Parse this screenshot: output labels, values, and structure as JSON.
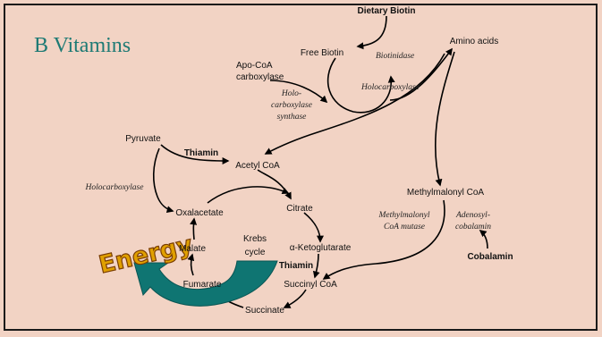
{
  "slide": {
    "title": "B Vitamins",
    "colors": {
      "background": "#f2d3c4",
      "title": "#1e7a74",
      "arrow": "#0f7572",
      "energy": "#e0a000"
    },
    "labels": {
      "dietary_biotin": "Dietary Biotin",
      "free_biotin": "Free Biotin",
      "apo_coa_1": "Apo-CoA",
      "apo_coa_2": "carboxylase",
      "amino_acids": "Amino acids",
      "pyruvate": "Pyruvate",
      "thiamin_1": "Thiamin",
      "acetyl_coa": "Acetyl CoA",
      "oxalacetate": "Oxalacetate",
      "citrate": "Citrate",
      "malate": "Malate",
      "krebs_1": "Krebs",
      "krebs_2": "cycle",
      "ketoglutarate": "α-Ketoglutarate",
      "thiamin_2": "Thiamin",
      "fumarate": "Fumarate",
      "succinyl_coa": "Succinyl CoA",
      "succinate": "Succinate",
      "methylmalonyl_coa": "Methylmalonyl CoA",
      "cobalamin": "Cobalamin",
      "energy": "Energy"
    },
    "enzymes": {
      "biotinidase": "Biotinidase",
      "holocarboxylase_top": "Holocarboxylase",
      "hcs_1": "Holo-",
      "hcs_2": "carboxylase",
      "hcs_3": "synthase",
      "holocarboxylase_left": "Holocarboxylase",
      "mm_mutase_1": "Methylmalonyl",
      "mm_mutase_2": "CoA mutase",
      "adenosyl_1": "Adenosyl-",
      "adenosyl_2": "cobalamin"
    }
  }
}
